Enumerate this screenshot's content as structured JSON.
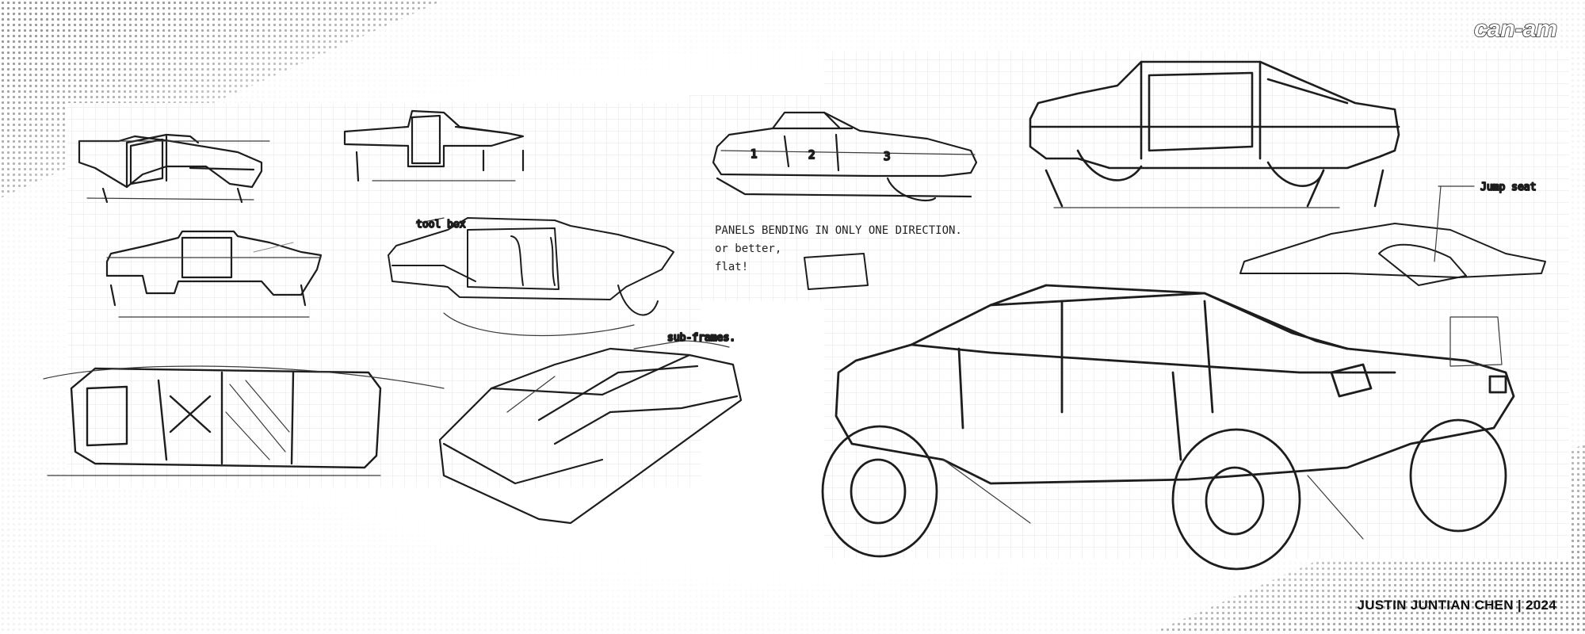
{
  "brand": {
    "logo_text": "can-am"
  },
  "credit": {
    "text": "JUSTIN JUNTIAN CHEN | 2024"
  },
  "annotations": {
    "tool_box": "tool box",
    "panels_line1": "PANELS BENDING IN ONLY ONE DIRECTION.",
    "panels_line2": "or better,",
    "panels_line3": "flat!",
    "sub_frames": "sub-frames.",
    "jump_seat": "Jump seat",
    "panel_num_1": "1",
    "panel_num_2": "2",
    "panel_num_3": "3"
  },
  "colors": {
    "paper": "#ffffff",
    "ink": "#1d1d1d",
    "grid": "#e6e6e6",
    "halftone": "#9a9a9a"
  }
}
